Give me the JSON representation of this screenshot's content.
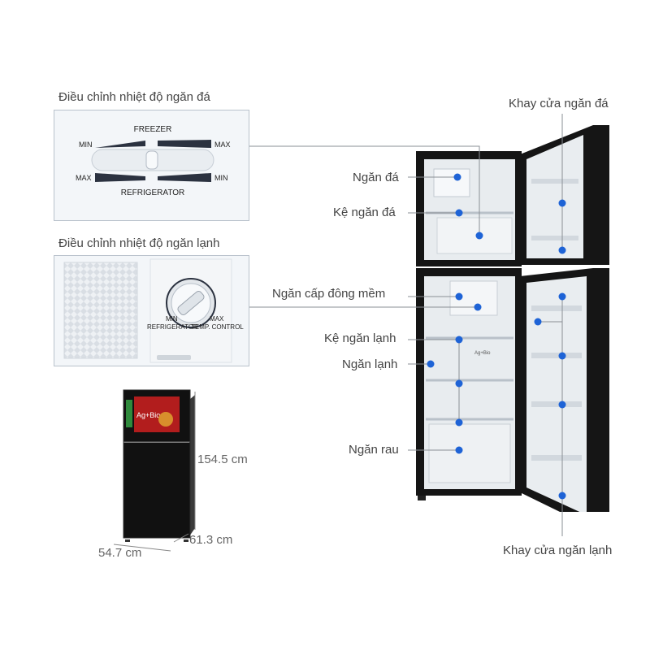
{
  "panels": {
    "freezer_control": {
      "caption": "Điều chỉnh nhiệt độ ngăn đá",
      "top_title": "FREEZER",
      "bottom_title": "REFRIGERATOR",
      "top_left": "MIN",
      "top_right": "MAX",
      "bottom_left": "MAX",
      "bottom_right": "MIN"
    },
    "fridge_control": {
      "caption": "Điều chỉnh nhiệt độ ngăn lạnh",
      "dial_min": "MIN",
      "dial_max": "MAX",
      "dial_left_text": "REFRIGERATOR",
      "dial_right_text": "TEMP. CONTROL"
    }
  },
  "fridge_brand_text": "Ag+Bio",
  "dimensions": {
    "height": "154.5 cm",
    "width": "54.7 cm",
    "depth": "61.3 cm"
  },
  "labels": {
    "khay_cua_ngan_da": "Khay cửa ngăn đá",
    "ngan_da": "Ngăn đá",
    "ke_ngan_da": "Kệ ngăn đá",
    "ngan_cap_dong_mem": "Ngăn cấp đông mềm",
    "ke_ngan_lanh": "Kệ ngăn lạnh",
    "ngan_lanh": "Ngăn lạnh",
    "ngan_rau": "Ngăn rau",
    "khay_cua_ngan_lanh": "Khay cửa ngăn lạnh"
  },
  "colors": {
    "pointer": "#1e63d6",
    "fridge_body": "#151515",
    "interior": "#e8ecef"
  }
}
